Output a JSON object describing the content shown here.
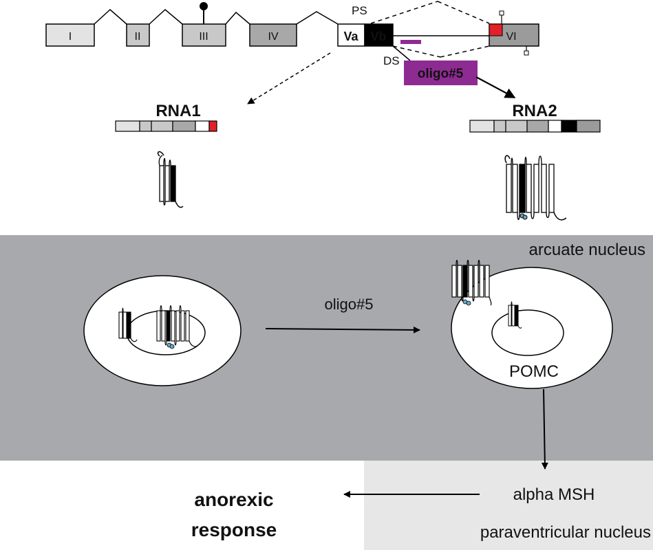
{
  "exons": {
    "e1": "I",
    "e2": "II",
    "e3": "III",
    "e4": "IV",
    "e5a": "Va",
    "e5b": "Vb",
    "e6": "VI"
  },
  "splice": {
    "proximal": "PS",
    "distal": "DS"
  },
  "oligo": {
    "label": "oligo#5",
    "color": "#8e2b92"
  },
  "transcripts": {
    "rna1": "RNA1",
    "rna2": "RNA2"
  },
  "brain": {
    "treatment_label": "oligo#5",
    "region_top": "arcuate nucleus",
    "neuron": "POMC",
    "peptide": "alpha MSH",
    "region_bottom": "paraventricular nucleus",
    "outcome_line1": "anorexic",
    "outcome_line2": "response"
  },
  "colors": {
    "band_dark": "#a8a9ac",
    "band_light": "#e7e7e8",
    "exon_light": "#e3e3e3",
    "exon_mid": "#c8c8c8",
    "exon_dark": "#9b9b9b",
    "stop_red": "#e3202a"
  }
}
